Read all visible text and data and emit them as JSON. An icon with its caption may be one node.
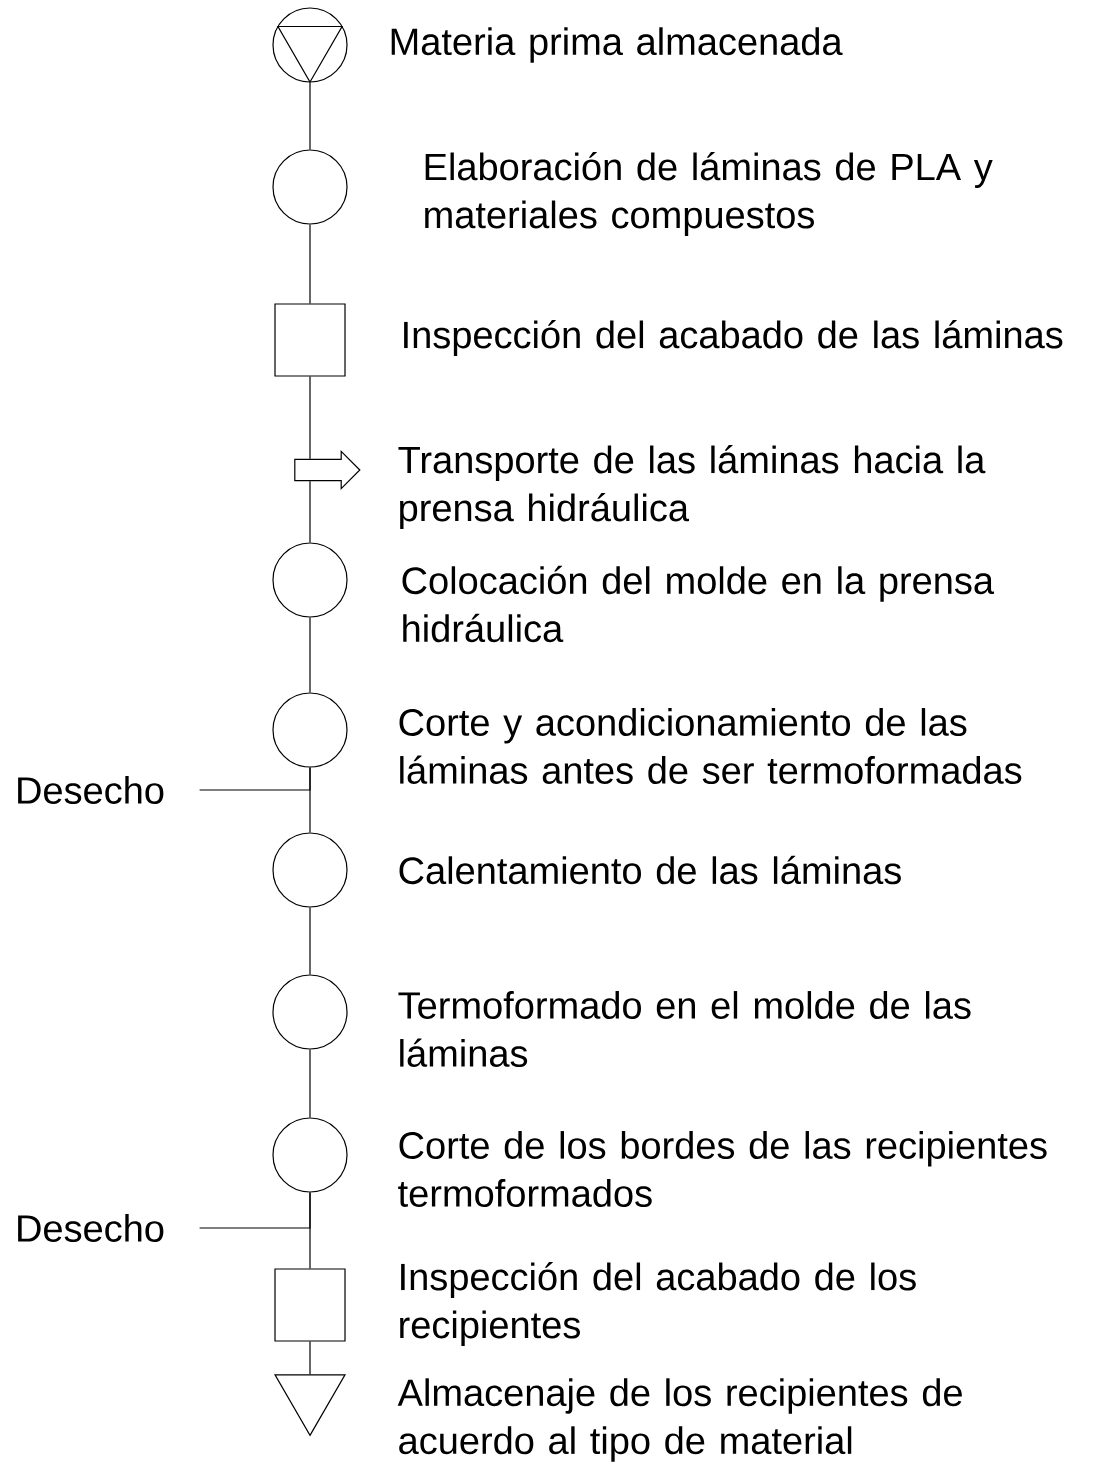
{
  "diagram": {
    "nodes": [
      {
        "text": [],
        "shape": "storage",
        "beside": [
          "Materia prima almacenada"
        ]
      },
      {
        "text": [],
        "shape": "circle",
        "beside": [
          "Elaboración de láminas de PLA y materiales compuestos"
        ]
      },
      {
        "text": [],
        "shape": "box",
        "beside": [
          "Inspección del acabado de las láminas"
        ]
      },
      {
        "text": [],
        "shape": "arrow",
        "beside": [
          "Transporte de las láminas hacia la prensa hidráulica"
        ]
      },
      {
        "text": [],
        "shape": "circle",
        "beside": [
          "Colocación del molde en la prensa hidráulica"
        ]
      },
      {
        "text": [],
        "shape": "circle",
        "beside": [
          "Corte y acondicionamiento de las láminas antes de ser termoformadas"
        ]
      },
      {
        "text": [
          "Desecho"
        ]
      },
      {
        "text": [],
        "shape": "circle",
        "beside": [
          "Calentamiento de las láminas"
        ]
      },
      {
        "text": [],
        "shape": "circle",
        "beside": [
          "Termoformado en el molde de las láminas"
        ]
      },
      {
        "text": [],
        "shape": "circle",
        "beside": [
          "Corte de los bordes de las recipientes termoformados"
        ]
      },
      {
        "text": [
          "Desecho"
        ]
      },
      {
        "text": [],
        "shape": "box",
        "beside": [
          "Inspección del acabado de los recipientes"
        ]
      },
      {
        "text": [],
        "shape": "triangle",
        "beside": [
          "Almacenaje de los recipientes de acuerdo al tipo de material"
        ]
      }
    ],
    "edges": [
      {
        "from": 0,
        "to": 1,
        "arrow": "none"
      },
      {
        "from": 1,
        "to": 2,
        "arrow": "none"
      },
      {
        "from": 2,
        "to": 3,
        "arrow": "none"
      },
      {
        "from": 3,
        "to": 4,
        "arrow": "none"
      },
      {
        "from": 4,
        "to": 5,
        "arrow": "none"
      },
      {
        "from": 5,
        "to": 7,
        "arrow": "none"
      },
      {
        "from": 5,
        "to": 6,
        "arrow": "none"
      },
      {
        "from": 7,
        "to": 8,
        "arrow": "none"
      },
      {
        "from": 8,
        "to": 9,
        "arrow": "none"
      },
      {
        "from": 9,
        "to": 11,
        "arrow": "none"
      },
      {
        "from": 9,
        "to": 10,
        "arrow": "none"
      },
      {
        "from": 11,
        "to": 12,
        "arrow": "none"
      }
    ]
  }
}
